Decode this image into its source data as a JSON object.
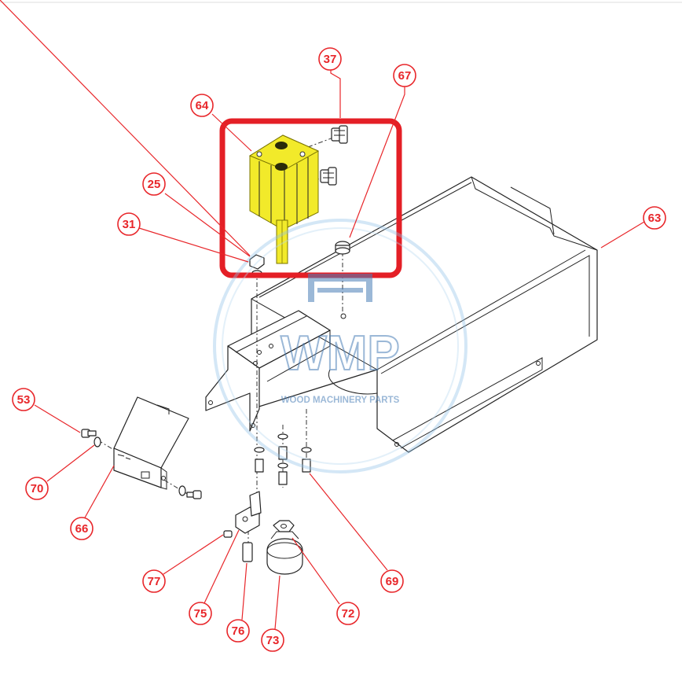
{
  "watermark": {
    "logo_text": "WMP",
    "subtitle": "WOOD MACHINERY PARTS",
    "color": "#4a7fb8"
  },
  "highlight": {
    "color": "#e41f26",
    "fill": "#f2ea2a"
  },
  "callout_color": "#e8262a",
  "callouts": {
    "c37": "37",
    "c67": "67",
    "c64": "64",
    "c25": "25",
    "c31": "31",
    "c63": "63",
    "c53": "53",
    "c70": "70",
    "c66": "66",
    "c69": "69",
    "c77": "77",
    "c75": "75",
    "c76": "76",
    "c73": "73",
    "c72": "72"
  }
}
